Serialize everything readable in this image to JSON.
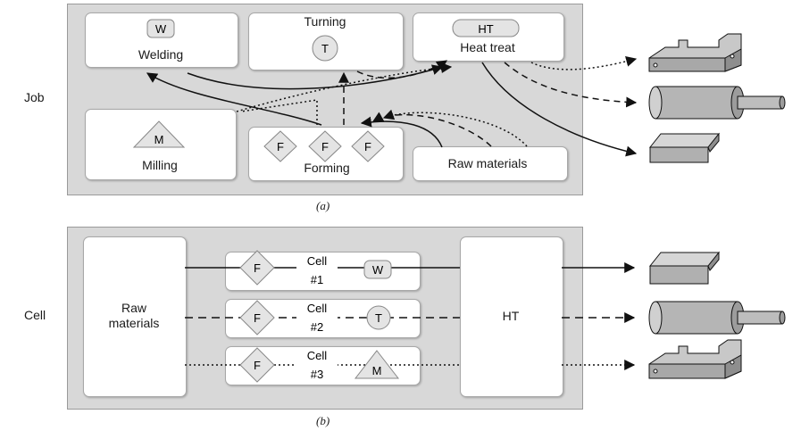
{
  "panel_a": {
    "row_label": "Job",
    "caption": "(a)",
    "departments": {
      "welding": {
        "symbol": "W",
        "label": "Welding"
      },
      "turning": {
        "symbol": "T",
        "label": "Turning"
      },
      "heat_treat": {
        "symbol": "HT",
        "label": "Heat treat"
      },
      "milling": {
        "symbol": "M",
        "label": "Milling"
      },
      "forming": {
        "symbol": "F",
        "label": "Forming"
      },
      "raw_materials": {
        "label": "Raw materials"
      }
    }
  },
  "panel_b": {
    "row_label": "Cell",
    "caption": "(b)",
    "raw_materials_line1": "Raw",
    "raw_materials_line2": "materials",
    "ht_label": "HT",
    "cells": [
      {
        "title": "Cell",
        "number": "#1",
        "left_symbol": "F",
        "right_symbol": "W"
      },
      {
        "title": "Cell",
        "number": "#2",
        "left_symbol": "F",
        "right_symbol": "T"
      },
      {
        "title": "Cell",
        "number": "#3",
        "left_symbol": "F",
        "right_symbol": "M"
      }
    ]
  },
  "colors": {
    "panel": "#d8d8d8",
    "box": "#ffffff",
    "symbol": "#e4e4e4",
    "line": "#111111"
  }
}
